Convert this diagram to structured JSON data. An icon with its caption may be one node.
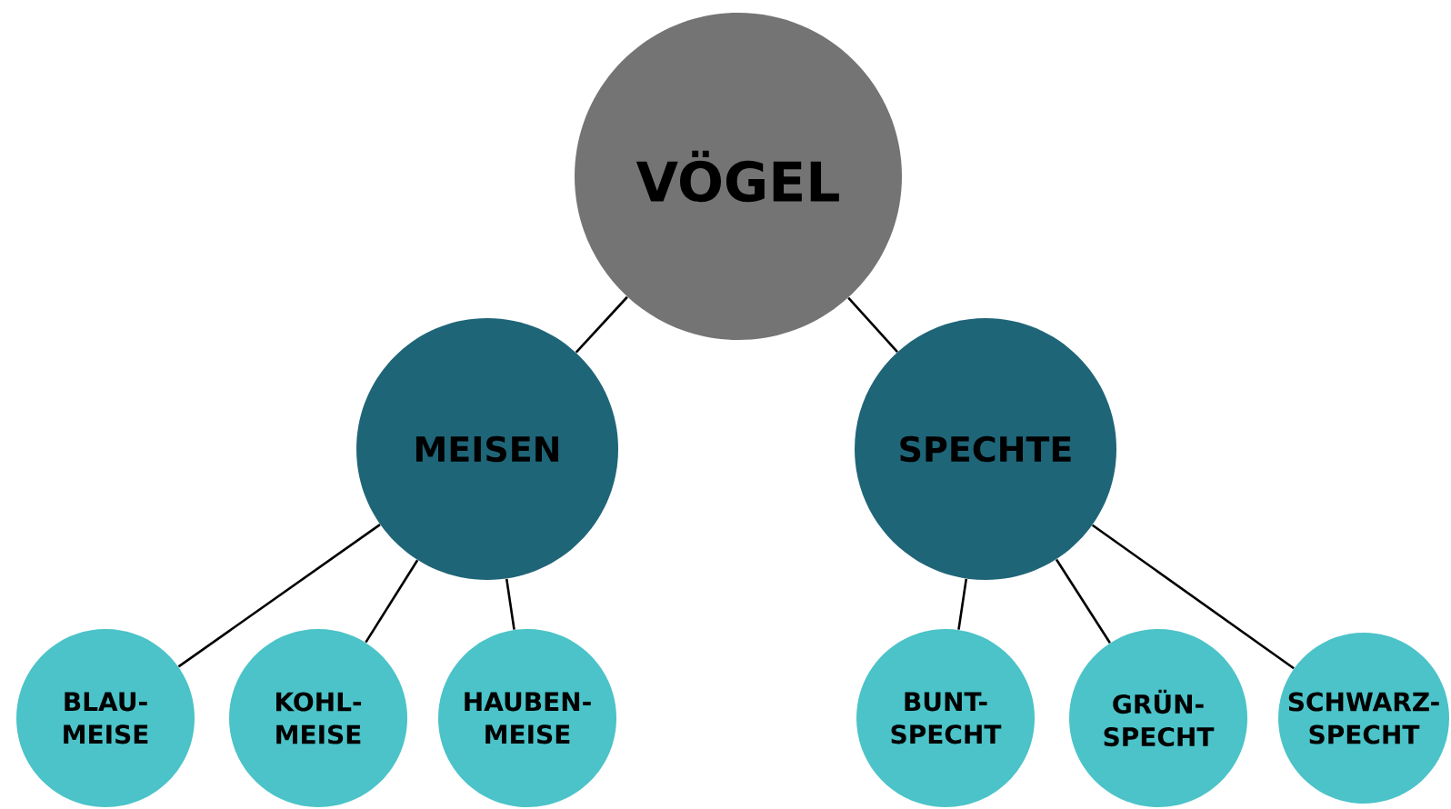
{
  "diagram": {
    "nodes": [
      {
        "text": [
          "VÖGEL"
        ]
      },
      {
        "text": [
          "MEISEN"
        ]
      },
      {
        "text": [
          "SPECHTE"
        ]
      },
      {
        "text": [
          "BLAU- MEISE"
        ]
      },
      {
        "text": [
          "KOHL- MEISE"
        ]
      },
      {
        "text": [
          "HAUBEN- MEISE"
        ]
      },
      {
        "text": [
          "BUNT- SPECHT"
        ]
      },
      {
        "text": [
          "GRÜN- SPECHT"
        ]
      },
      {
        "text": [
          "SCHWARZ- SPECHT"
        ]
      }
    ],
    "edges": [
      {
        "from": 0,
        "to": 1,
        "arrow": "none"
      },
      {
        "from": 0,
        "to": 2,
        "arrow": "none"
      },
      {
        "from": 1,
        "to": 3,
        "arrow": "none"
      },
      {
        "from": 1,
        "to": 4,
        "arrow": "none"
      },
      {
        "from": 1,
        "to": 5,
        "arrow": "none"
      },
      {
        "from": 2,
        "to": 6,
        "arrow": "none"
      },
      {
        "from": 2,
        "to": 7,
        "arrow": "none"
      },
      {
        "from": 2,
        "to": 8,
        "arrow": "none"
      }
    ]
  }
}
